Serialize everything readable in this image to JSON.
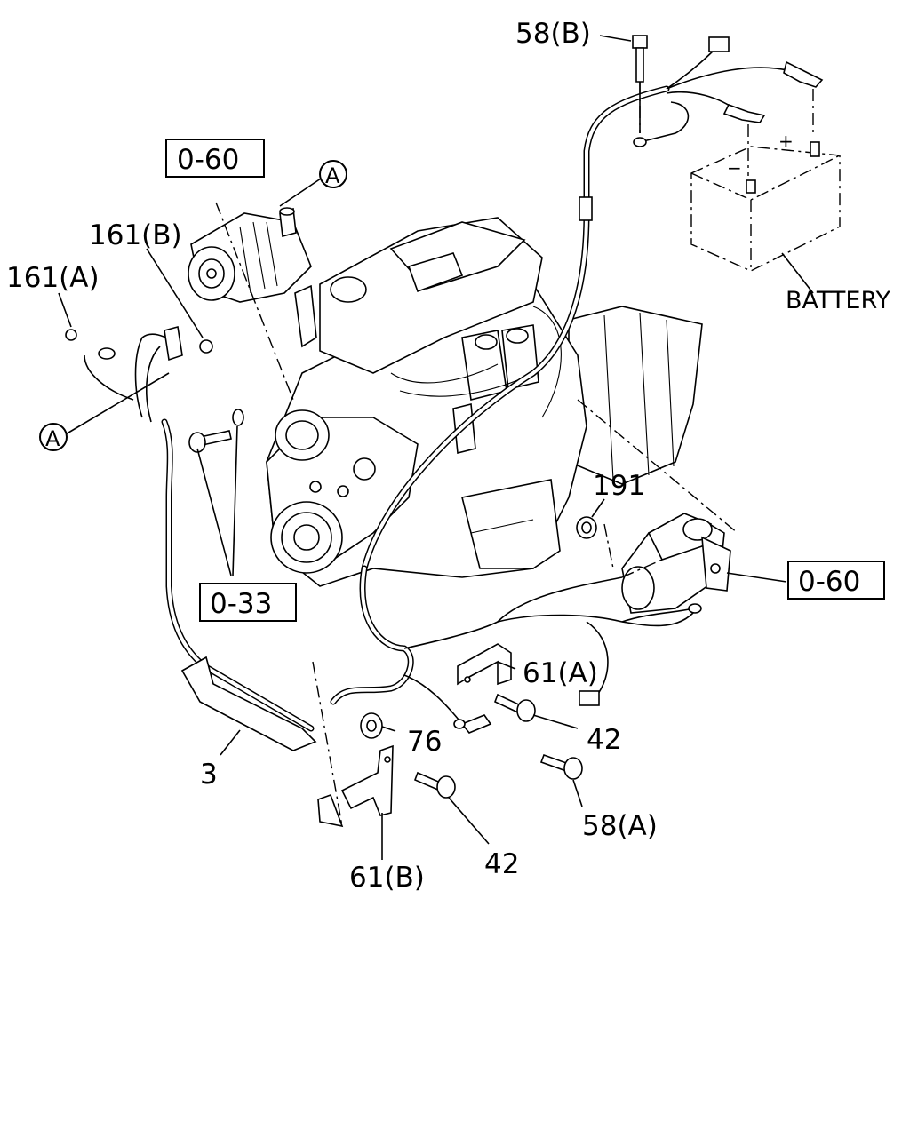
{
  "labels": {
    "bolt_58b": "58(B)",
    "ref_0_60_top": "0-60",
    "circle_a_top": "A",
    "nut_161b": "161(B)",
    "nut_161a": "161(A)",
    "circle_a_left": "A",
    "battery": "BATTERY",
    "nut_191": "191",
    "ref_0_60_right": "0-60",
    "ref_0_33": "0-33",
    "bracket_61a": "61(A)",
    "bolt_42_right": "42",
    "grommet_76": "76",
    "harness_3": "3",
    "bolt_58a": "58(A)",
    "bolt_42_bottom": "42",
    "bracket_61b": "61(B)"
  },
  "battery_terminals": {
    "plus": "+",
    "minus": "−"
  }
}
